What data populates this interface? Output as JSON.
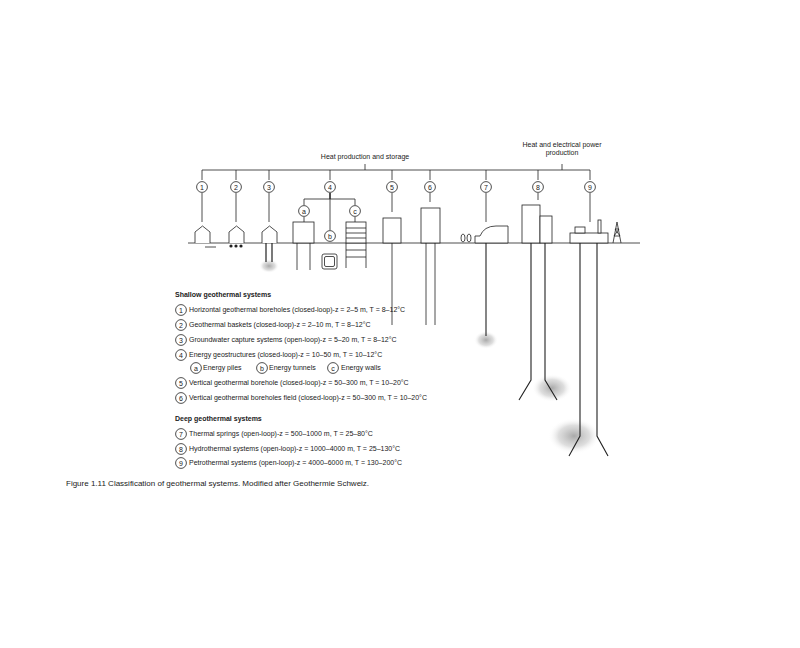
{
  "diagram": {
    "caption": "Figure 1.11 Classification of geothermal systems. Modified after Geothermie Schweiz.",
    "nodes": [
      {
        "text": [
          "1"
        ]
      },
      {
        "text": [
          "2"
        ]
      },
      {
        "text": [
          "3"
        ]
      },
      {
        "text": [
          "4"
        ]
      },
      {
        "text": [
          "5"
        ]
      },
      {
        "text": [
          "6"
        ]
      },
      {
        "text": [
          "7"
        ]
      },
      {
        "text": [
          "8"
        ]
      },
      {
        "text": [
          "9"
        ]
      },
      {
        "text": [
          "a"
        ]
      },
      {
        "text": [
          "b"
        ]
      },
      {
        "text": [
          "c"
        ]
      },
      {
        "text": [
          "1"
        ]
      },
      {
        "text": [
          "2"
        ]
      },
      {
        "text": [
          "3"
        ]
      },
      {
        "text": [
          "4"
        ]
      },
      {
        "text": [
          "5"
        ]
      },
      {
        "text": [
          "6"
        ]
      },
      {
        "text": [
          "7"
        ]
      },
      {
        "text": [
          "8"
        ]
      },
      {
        "text": [
          "9"
        ]
      },
      {
        "text": [
          "a"
        ]
      },
      {
        "text": [
          "b"
        ]
      },
      {
        "text": [
          "c"
        ]
      }
    ],
    "edges": [
      {
        "from": 3,
        "to": 9,
        "arrow": "none"
      },
      {
        "from": 3,
        "to": 10,
        "arrow": "none"
      },
      {
        "from": 3,
        "to": 11,
        "arrow": "none"
      }
    ],
    "labels": [
      "Heat production and storage",
      "Heat and electrical power production",
      "Shallow geothermal systems",
      "Horizontal geothermal boreholes (closed-loop)-z = 2–5 m, T = 8–12°C",
      "Geothermal baskets (closed-loop)-z = 2–10 m, T = 8–12°C",
      "Groundwater capture systems (open-loop)-z = 5–20 m, T = 8–12°C",
      "Energy geostructures (closed-loop)-z = 10–50 m, T = 10–12°C",
      "Vertical geothermal borehole (closed-loop)-z = 50–300 m, T = 10–20°C",
      "Vertical geothermal boreholes field (closed-loop)-z = 50–300 m, T = 10–20°C",
      "Energy piles",
      "Energy tunnels",
      "Energy walls",
      "Deep geothermal systems",
      "Thermal springs (open-loop)-z = 500–1000 m, T = 25–80°C",
      "Hydrothermal systems (open-loop)-z = 1000–4000 m, T = 25–130°C",
      "Petrothermal systems (open-loop)-z = 4000–6000 m, T = 130–200°C"
    ]
  }
}
